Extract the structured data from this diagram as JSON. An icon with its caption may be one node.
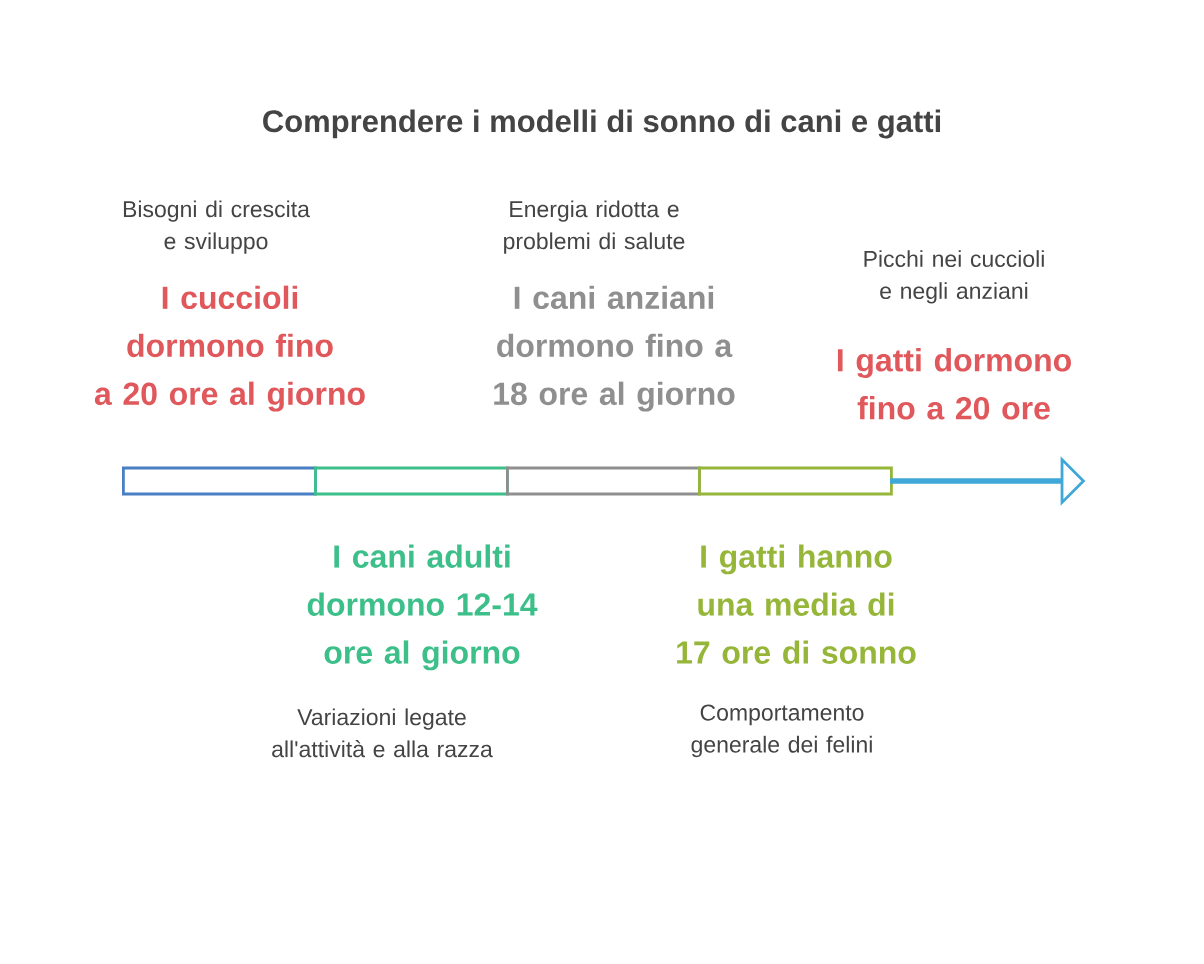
{
  "diagram": {
    "title": "Comprendere i modelli di sonno di cani e gatti",
    "nodes": [
      {
        "text": [
          "Bisogni di crescita e sviluppo",
          "I cuccioli dormono fino a 20 ore al giorno"
        ]
      },
      {
        "text": [
          "I cani adulti dormono 12-14 ore al giorno",
          "Variazioni legate all'attività e alla razza"
        ]
      },
      {
        "text": [
          "Energia ridotta e problemi di salute",
          "I cani anziani dormono fino a 18 ore al giorno"
        ]
      },
      {
        "text": [
          "I gatti hanno una media di 17 ore di sonno",
          "Comportamento generale dei felini"
        ]
      },
      {
        "text": [
          "Picchi nei cuccioli e negli anziani",
          "I gatti dormono fino a 20 ore"
        ]
      }
    ]
  }
}
